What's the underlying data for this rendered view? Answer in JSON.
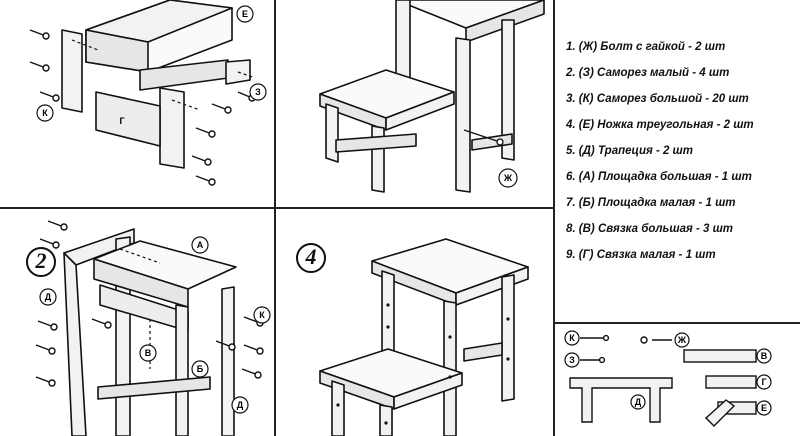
{
  "steps": {
    "step2": "2",
    "step4": "4"
  },
  "parts_list": [
    "1. (Ж) Болт с гайкой - 2 шт",
    "2. (З) Саморез малый - 4 шт",
    "3. (К) Саморез большой - 20 шт",
    "4. (Е) Ножка треугольная - 2 шт",
    "5. (Д) Трапеция - 2 шт",
    "6. (А) Площадка большая - 1 шт",
    "7. (Б) Площадка малая - 1 шт",
    "8. (В) Связка большая - 3 шт",
    "9. (Г) Связка малая - 1 шт"
  ],
  "callouts": {
    "e": "Е",
    "g": "Г",
    "k": "К",
    "z": "З",
    "zh": "Ж",
    "a": "А",
    "b": "Б",
    "v": "В",
    "d": "Д"
  }
}
